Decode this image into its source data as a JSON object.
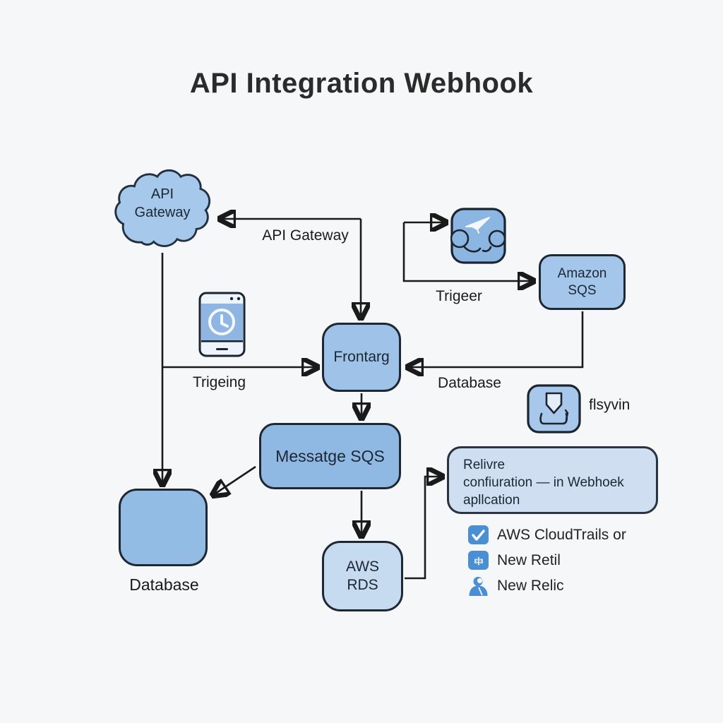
{
  "title": "API Integration Webhook",
  "colors": {
    "background": "#f6f7f8",
    "line": "#1a1a1a",
    "node_border": "#1e2833",
    "cloud_fill": "#a6c8ea",
    "node_fill": "#9dc1e7",
    "message_fill": "#8fb8e2",
    "amazon_fill": "#a4c6ea",
    "light_fill": "#c6daf0",
    "note_fill": "#cfdff1",
    "database_fill": "#92bce4",
    "icon_blue": "#4a8fd4"
  },
  "nodes": {
    "api_gateway_cloud": {
      "line1": "API",
      "line2": "Gateway"
    },
    "amazon_sqs": {
      "line1": "Amazon",
      "line2": "SQS"
    },
    "frontarg": {
      "label": "Frontarg"
    },
    "message_sqs": {
      "label": "Messatge SQS"
    },
    "aws_rds": {
      "line1": "AWS",
      "line2": "RDS"
    },
    "database": {
      "label": "Database"
    },
    "webhook_note": {
      "line1": "Relivre",
      "line2": "confiuration — in Webhoek",
      "line3": "apllcation"
    }
  },
  "edge_labels": {
    "api_gateway": "API Gateway",
    "trigeer": "Trigeer",
    "trigeing": "Trigeing",
    "database": "Database"
  },
  "icons": {
    "trigger": "paper-plane-trigger-icon",
    "scheduler": "phone-clock-icon",
    "flsyvin": {
      "label": "flsyvin",
      "glyph": "download-tray-icon"
    },
    "code_glyph": "ɛ|ɜ"
  },
  "checklist": [
    {
      "icon": "checkmark-icon",
      "label": "AWS CloudTrails or"
    },
    {
      "icon": "code-icon",
      "label": "New Retil"
    },
    {
      "icon": "person-icon",
      "label": "New Relic"
    }
  ]
}
